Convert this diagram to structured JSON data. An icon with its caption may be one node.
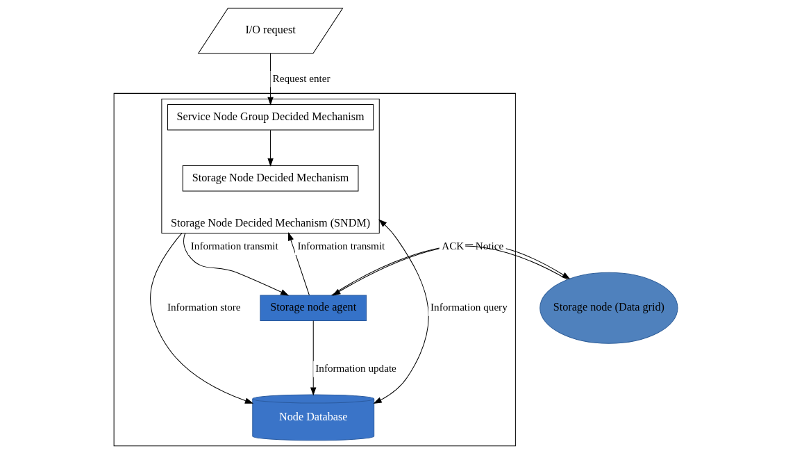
{
  "diagram": {
    "nodes": [
      {
        "text": [
          "I/O request"
        ]
      },
      {
        "text": [],
        "shape": "box"
      },
      {
        "text": [
          "Storage Node Decided Mechanism (SNDM)"
        ],
        "in": 1
      },
      {
        "text": [
          "Service Node Group Decided Mechanism"
        ],
        "in": 2
      },
      {
        "text": [
          "Storage Node Decided Mechanism"
        ],
        "in": 2
      },
      {
        "text": [
          "Storage node agent"
        ],
        "in": 1
      },
      {
        "text": [
          "Storage node (Data grid)"
        ]
      },
      {
        "text": [
          "Node Database"
        ],
        "in": 1
      }
    ],
    "edges": [
      {
        "from": 0,
        "to": 3,
        "arrow": "to",
        "label": "Request enter"
      },
      {
        "from": 3,
        "to": 4,
        "arrow": "to"
      },
      {
        "from": 2,
        "to": 5,
        "arrow": "to",
        "label": "Information transmit"
      },
      {
        "from": 5,
        "to": 2,
        "arrow": "to",
        "label": "Information transmit"
      },
      {
        "from": 5,
        "to": 6,
        "arrow": "to",
        "label": "Notice"
      },
      {
        "from": 6,
        "to": 5,
        "arrow": "to",
        "label": "ACK"
      },
      {
        "from": 2,
        "to": 7,
        "arrow": "to",
        "label": "Information store"
      },
      {
        "from": 2,
        "to": 7,
        "arrow": "both",
        "label": "Information query"
      },
      {
        "from": 5,
        "to": 7,
        "arrow": "to",
        "label": "Information update"
      }
    ]
  }
}
